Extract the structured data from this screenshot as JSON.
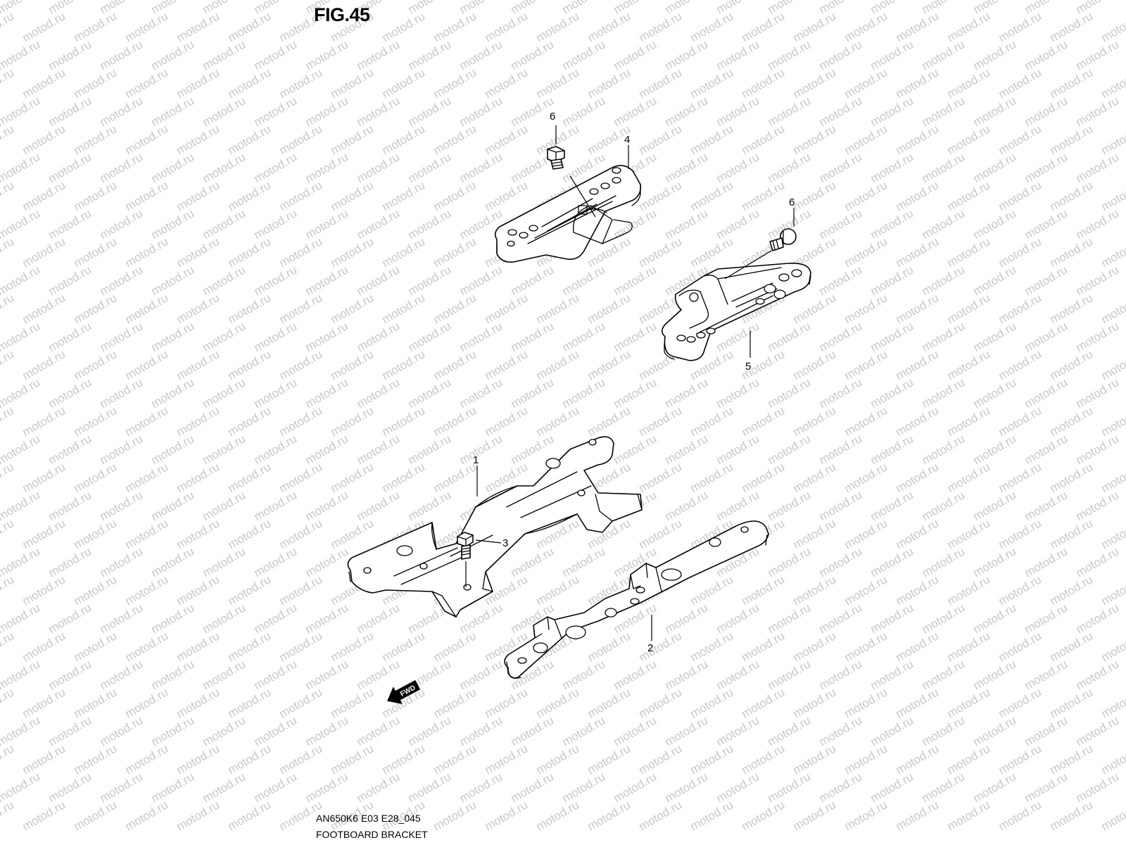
{
  "figure": {
    "title": "FIG.45",
    "code": "AN650K6 E03 E28_045",
    "name": "FOOTBOARD BRACKET"
  },
  "watermark": {
    "text": "motod.ru",
    "color": "#c8c8c8"
  },
  "callouts": [
    "1",
    "2",
    "3",
    "4",
    "5",
    "6",
    "6"
  ],
  "direction_arrow": {
    "label": "FWD",
    "icon": "fwd-arrow-icon"
  },
  "colors": {
    "line": "#000000",
    "background": "#ffffff"
  }
}
